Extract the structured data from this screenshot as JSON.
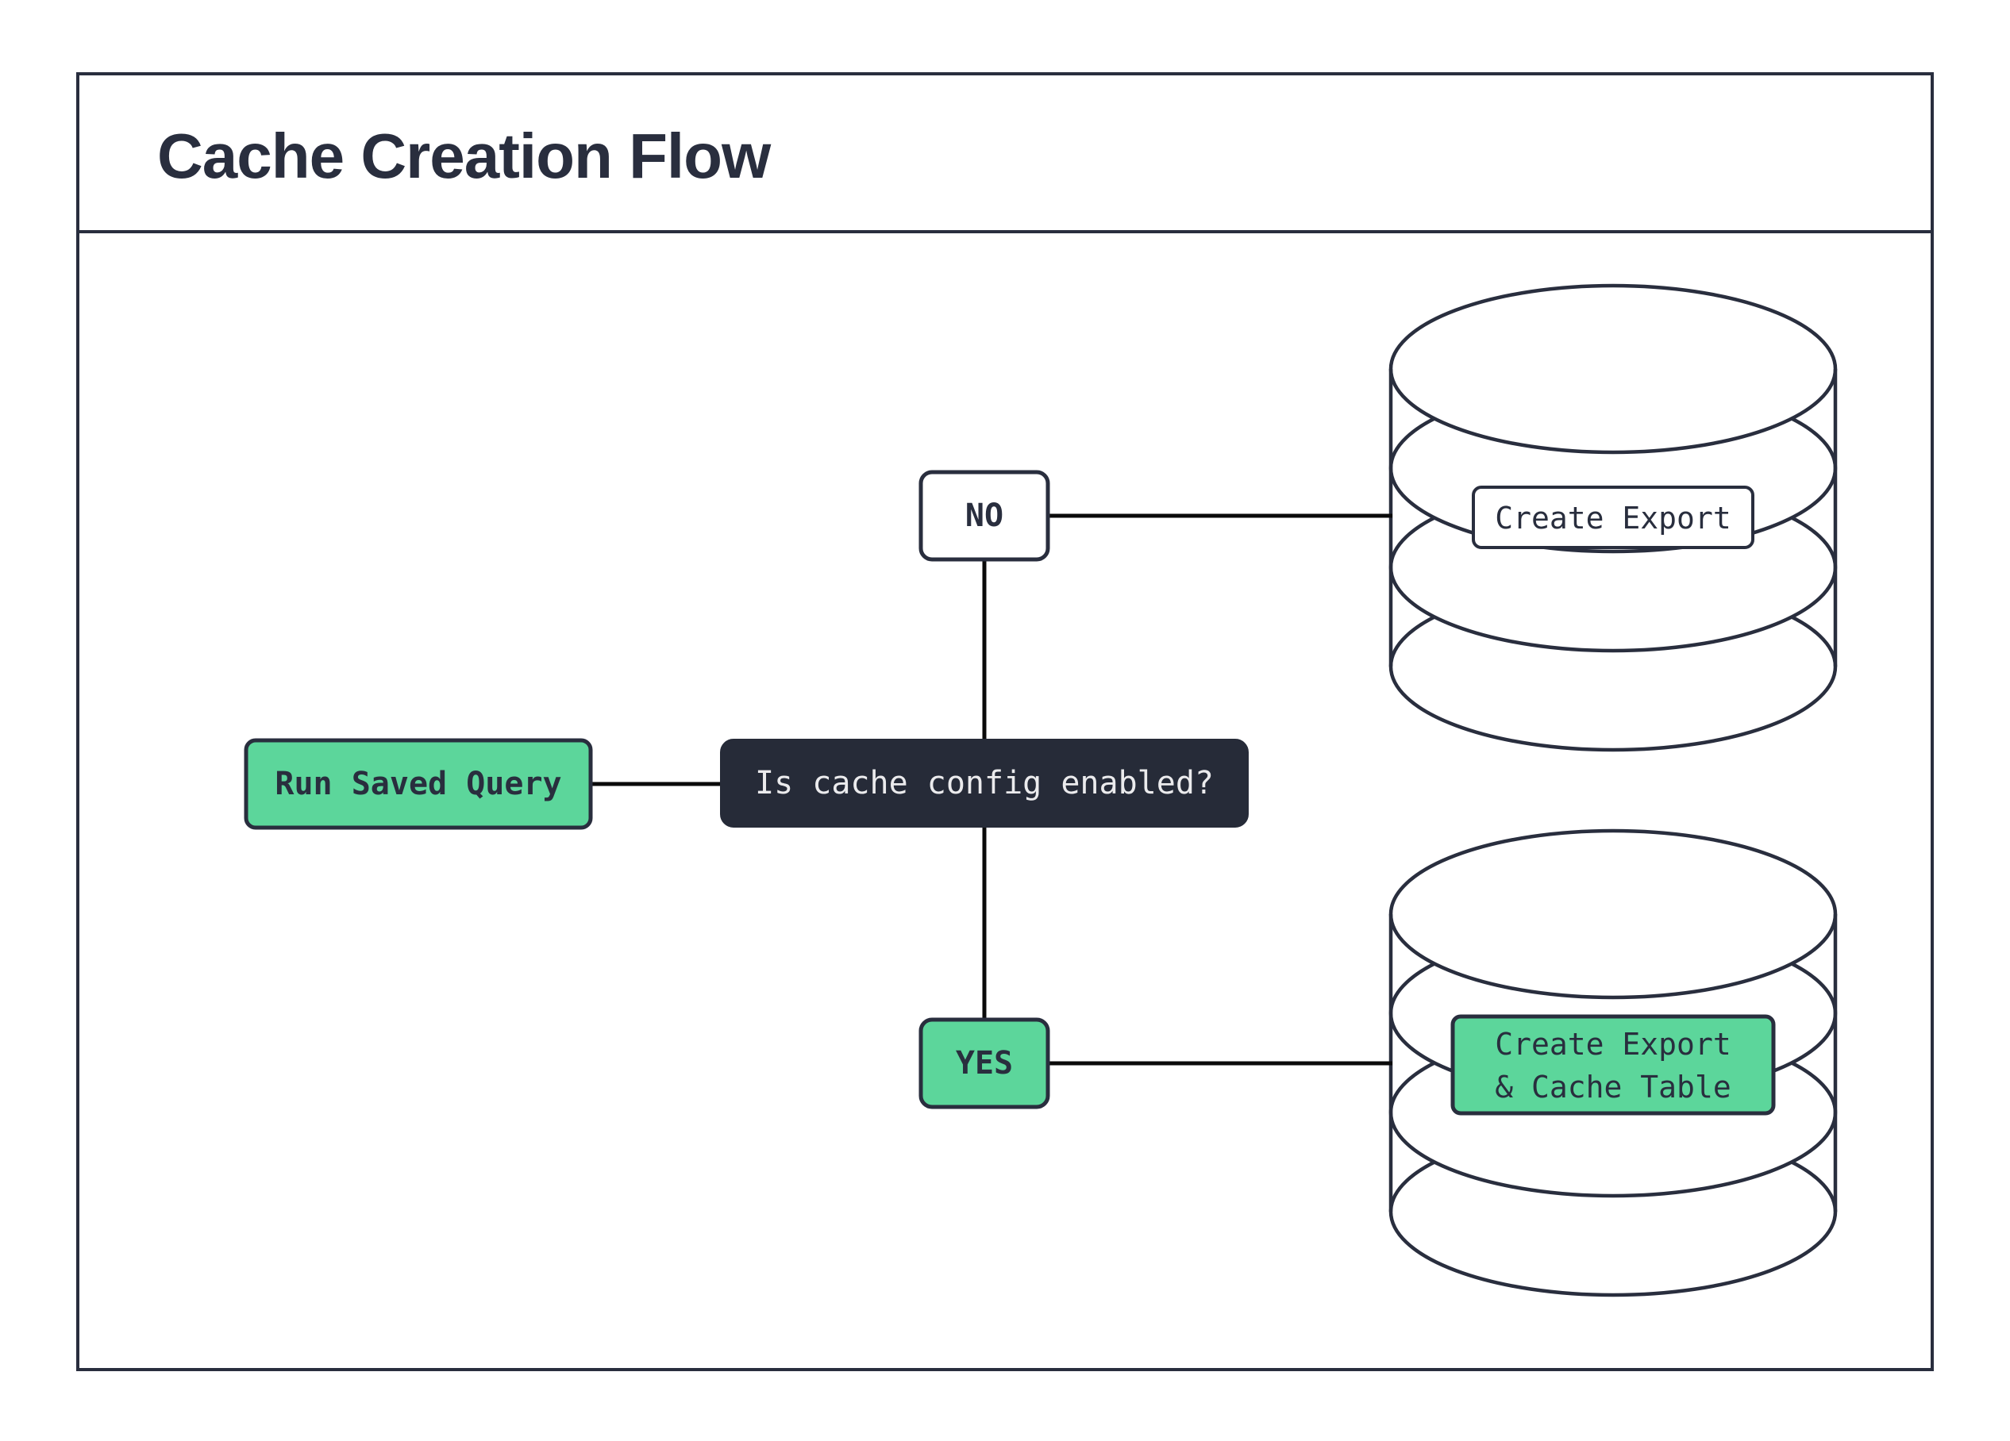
{
  "header": {
    "title": "Cache Creation Flow"
  },
  "flow": {
    "start": {
      "label": "Run Saved Query"
    },
    "decision": {
      "label": "Is cache config enabled?"
    },
    "branch_no": {
      "label": "NO"
    },
    "branch_yes": {
      "label": "YES"
    },
    "no_result": {
      "label": "Create Export",
      "icon": "database-icon"
    },
    "yes_result": {
      "label_line1": "Create Export",
      "label_line2": "& Cache Table",
      "icon": "database-icon"
    }
  },
  "colors": {
    "ink": "#292E3E",
    "accent_green": "#5CD69B",
    "decision_fill": "#262B38",
    "decision_text": "#EBEBED",
    "connector": "#0A0A0A",
    "background": "#FFFFFF"
  }
}
